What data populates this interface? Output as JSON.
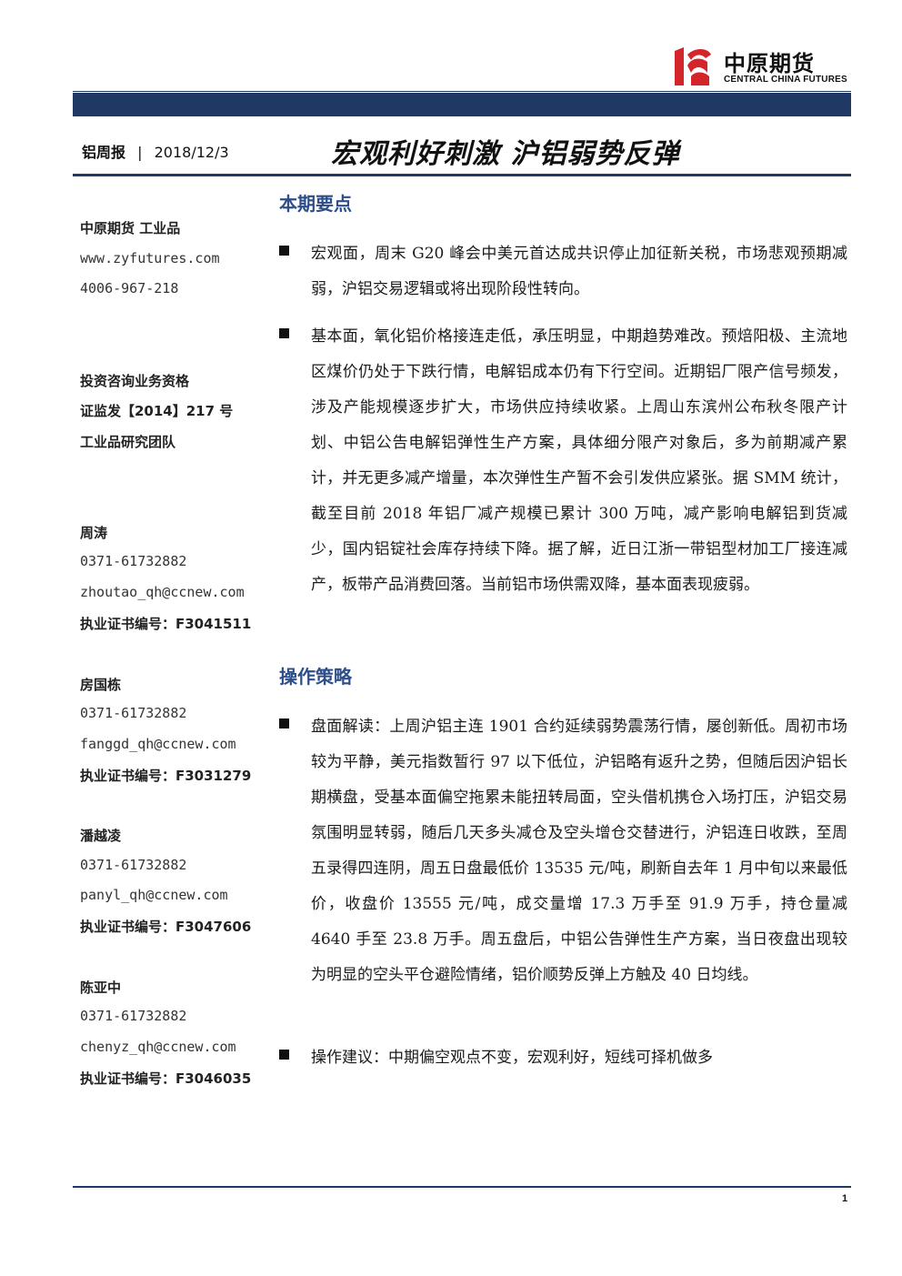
{
  "logo": {
    "name_cn": "中原期货",
    "name_en": "CENTRAL CHINA FUTURES",
    "colors": {
      "red": "#d4252a",
      "navy": "#1f3864"
    }
  },
  "header": {
    "report_type": "铝周报",
    "separator": "|",
    "date": "2018/12/3",
    "title": "宏观利好刺激 沪铝弱势反弹"
  },
  "sidebar": {
    "company": "中原期货 工业品",
    "website": "www.zyfutures.com",
    "hotline": "4006-967-218",
    "qualification_title": "投资咨询业务资格",
    "qualification_no": "证监发【2014】217 号",
    "team": "工业品研究团队",
    "analysts": [
      {
        "name": "周涛",
        "phone": "0371-61732882",
        "email": "zhoutao_qh@ccnew.com",
        "license": "执业证书编号：F3041511"
      },
      {
        "name": "房国栋",
        "phone": "0371-61732882",
        "email": "fanggd_qh@ccnew.com",
        "license": "执业证书编号：F3031279"
      },
      {
        "name": "潘越凌",
        "phone": "0371-61732882",
        "email": "panyl_qh@ccnew.com",
        "license": "执业证书编号：F3047606"
      },
      {
        "name": "陈亚中",
        "phone": "0371-61732882",
        "email": "chenyz_qh@ccnew.com",
        "license": "执业证书编号：F3046035"
      }
    ]
  },
  "sections": [
    {
      "title": "本期要点",
      "bullets": [
        "宏观面，周末 G20 峰会中美元首达成共识停止加征新关税，市场悲观预期减弱，沪铝交易逻辑或将出现阶段性转向。",
        "基本面，氧化铝价格接连走低，承压明显，中期趋势难改。预焙阳极、主流地区煤价仍处于下跌行情，电解铝成本仍有下行空间。近期铝厂限产信号频发，涉及产能规模逐步扩大，市场供应持续收紧。上周山东滨州公布秋冬限产计划、中铝公告电解铝弹性生产方案，具体细分限产对象后，多为前期减产累计，并无更多减产增量，本次弹性生产暂不会引发供应紧张。据 SMM 统计，截至目前 2018 年铝厂减产规模已累计 300 万吨，减产影响电解铝到货减少，国内铝锭社会库存持续下降。据了解，近日江浙一带铝型材加工厂接连减产，板带产品消费回落。当前铝市场供需双降，基本面表现疲弱。"
      ]
    },
    {
      "title": "操作策略",
      "bullets": [
        "盘面解读：上周沪铝主连 1901 合约延续弱势震荡行情，屡创新低。周初市场较为平静，美元指数暂行 97 以下低位，沪铝略有返升之势，但随后因沪铝长期横盘，受基本面偏空拖累未能扭转局面，空头借机携仓入场打压，沪铝交易氛围明显转弱，随后几天多头减仓及空头增仓交替进行，沪铝连日收跌，至周五录得四连阴，周五日盘最低价 13535 元/吨，刷新自去年 1 月中旬以来最低价，收盘价 13555 元/吨，成交量增 17.3 万手至 91.9 万手，持仓量减 4640 手至 23.8 万手。周五盘后，中铝公告弹性生产方案，当日夜盘出现较为明显的空头平仓避险情绪，铝价顺势反弹上方触及 40 日均线。",
        "操作建议：中期偏空观点不变，宏观利好，短线可择机做多"
      ]
    }
  ],
  "footer": {
    "page_number": "1"
  }
}
